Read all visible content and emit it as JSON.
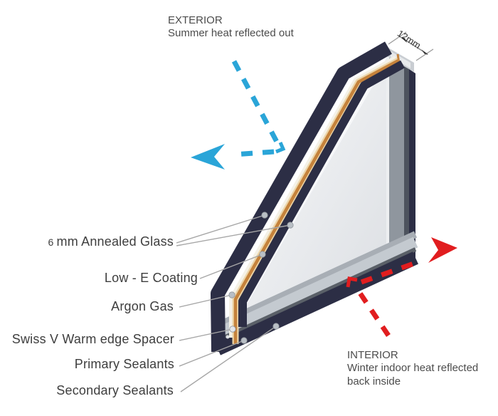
{
  "diagram": {
    "exterior_note": {
      "title": "EXTERIOR",
      "subtitle": "Summer heat reflected out"
    },
    "interior_note": {
      "title": "INTERIOR",
      "line1": "Winter indoor heat reflected",
      "line2": "back inside"
    },
    "dimension_label": "12mm",
    "labels": {
      "annealed_glass_size": "6",
      "annealed_glass": "mm Annealed Glass",
      "low_e_coating": "Low - E Coating",
      "argon_gas": "Argon Gas",
      "warm_edge_spacer": "Swiss V Warm edge Spacer",
      "primary_sealants": "Primary Sealants",
      "secondary_sealants": "Secondary Sealants"
    },
    "colors": {
      "glass_edge_navy": "#2c2e45",
      "low_e_orange": "#c5823b",
      "exterior_arrow_blue": "#2aa5d8",
      "interior_arrow_red": "#e11d1f",
      "leader_gray": "#a6a6a6",
      "label_text": "#3e3e3e"
    }
  }
}
